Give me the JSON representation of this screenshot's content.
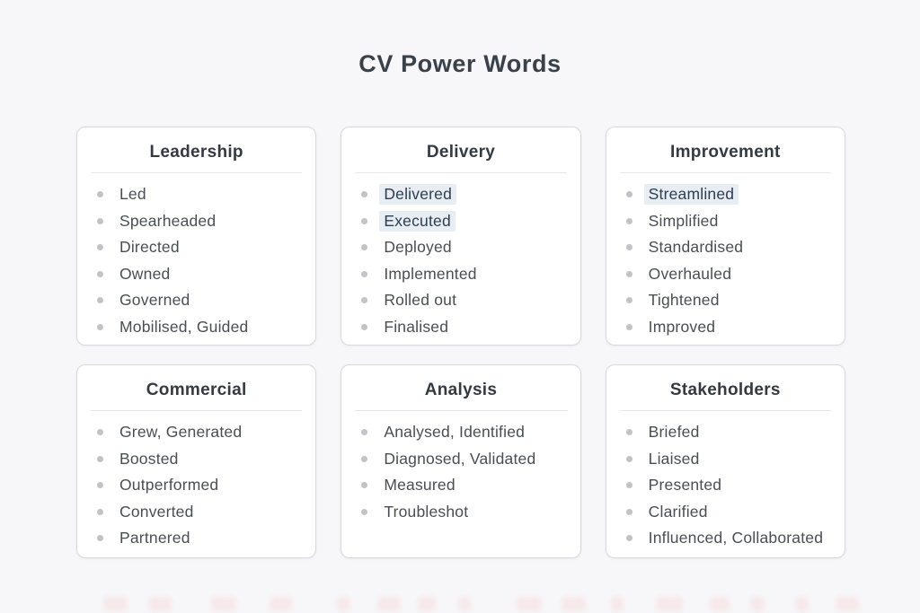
{
  "page": {
    "title": "CV Power Words"
  },
  "colors": {
    "background": "#f7f7f9",
    "card_background": "#ffffff",
    "card_border": "#d8d9dd",
    "title_text": "#3a4149",
    "item_text": "#4a4e54",
    "bullet": "#c2c3c7",
    "highlight_background": "#e7edf3",
    "highlight_text": "#2d3e50"
  },
  "cards": [
    {
      "title": "Leadership",
      "items": [
        {
          "text": "Led",
          "highlight": false
        },
        {
          "text": "Spearheaded",
          "highlight": false
        },
        {
          "text": "Directed",
          "highlight": false
        },
        {
          "text": "Owned",
          "highlight": false
        },
        {
          "text": "Governed",
          "highlight": false
        },
        {
          "text": "Mobilised, Guided",
          "highlight": false
        }
      ]
    },
    {
      "title": "Delivery",
      "items": [
        {
          "text": "Delivered",
          "highlight": true
        },
        {
          "text": "Executed",
          "highlight": true
        },
        {
          "text": "Deployed",
          "highlight": false
        },
        {
          "text": "Implemented",
          "highlight": false
        },
        {
          "text": "Rolled out",
          "highlight": false
        },
        {
          "text": "Finalised",
          "highlight": false
        }
      ]
    },
    {
      "title": "Improvement",
      "items": [
        {
          "text": "Streamlined",
          "highlight": true
        },
        {
          "text": "Simplified",
          "highlight": false
        },
        {
          "text": "Standardised",
          "highlight": false
        },
        {
          "text": "Overhauled",
          "highlight": false
        },
        {
          "text": "Tightened",
          "highlight": false
        },
        {
          "text": "Improved",
          "highlight": false
        }
      ]
    },
    {
      "title": "Commercial",
      "items": [
        {
          "text": "Grew, Generated",
          "highlight": false
        },
        {
          "text": "Boosted",
          "highlight": false
        },
        {
          "text": "Outperformed",
          "highlight": false
        },
        {
          "text": "Converted",
          "highlight": false
        },
        {
          "text": "Partnered",
          "highlight": false
        }
      ]
    },
    {
      "title": "Analysis",
      "items": [
        {
          "text": "Analysed, Identified",
          "highlight": false
        },
        {
          "text": "Diagnosed, Validated",
          "highlight": false
        },
        {
          "text": "Measured",
          "highlight": false
        },
        {
          "text": "Troubleshot",
          "highlight": false
        }
      ]
    },
    {
      "title": "Stakeholders",
      "items": [
        {
          "text": "Briefed",
          "highlight": false
        },
        {
          "text": "Liaised",
          "highlight": false
        },
        {
          "text": "Presented",
          "highlight": false
        },
        {
          "text": "Clarified",
          "highlight": false
        },
        {
          "text": "Influenced, Collaborated",
          "highlight": false
        }
      ]
    }
  ]
}
